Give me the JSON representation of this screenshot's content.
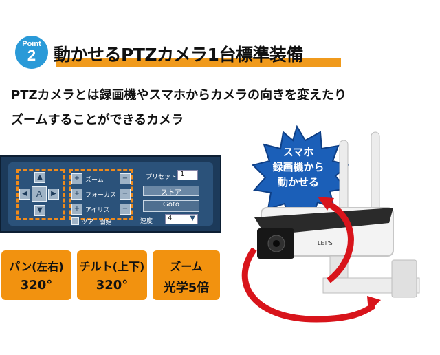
{
  "point": {
    "label": "Point",
    "number": "2"
  },
  "title": "動かせるPTZカメラ1台標準装備",
  "description": {
    "line1": "PTZカメラとは録画機やスマホからカメラの向きを変えたり",
    "line2": "ズームすることができるカメラ"
  },
  "panel": {
    "center_label": "A",
    "zoom_label": "ズーム",
    "focus_label": "フォーカス",
    "iris_label": "アイリス",
    "preset_label": "プリセット",
    "preset_value": "1",
    "store_label": "ストア",
    "goto_label": "Goto",
    "speed_label": "速度",
    "speed_value": "4",
    "tour_label": "ツアー開始"
  },
  "burst": {
    "line1": "スマホ",
    "line2": "録画機から",
    "line3": "動かせる"
  },
  "camera_logo": "LET'S",
  "features": [
    {
      "line1": "パン(左右)",
      "line2": "320°"
    },
    {
      "line1": "チルト(上下)",
      "line2": "320°"
    },
    {
      "line1": "ズーム",
      "line2": "光学5倍"
    }
  ],
  "colors": {
    "accent_orange": "#f2920f",
    "badge_blue": "#2a9ad8",
    "arrow_red": "#d8141b",
    "burst_blue": "#1b5fb8"
  }
}
